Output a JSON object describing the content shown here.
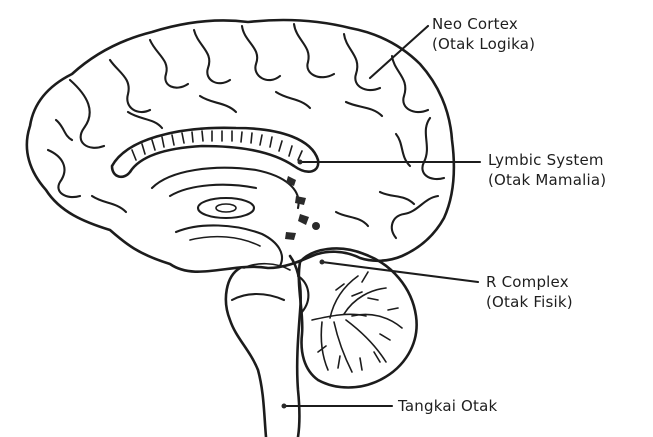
{
  "labels": {
    "neo_cortex": {
      "name": "Neo Cortex",
      "desc": "(Otak Logika)"
    },
    "lymbic": {
      "name": "Lymbic System",
      "desc": "(Otak Mamalia)"
    },
    "r_complex": {
      "name": "R Complex",
      "desc": "(Otak Fisik)"
    },
    "brainstem": {
      "name": "Tangkai Otak"
    }
  },
  "colors": {
    "ink": "#1c1c1c",
    "background": "#ffffff"
  }
}
